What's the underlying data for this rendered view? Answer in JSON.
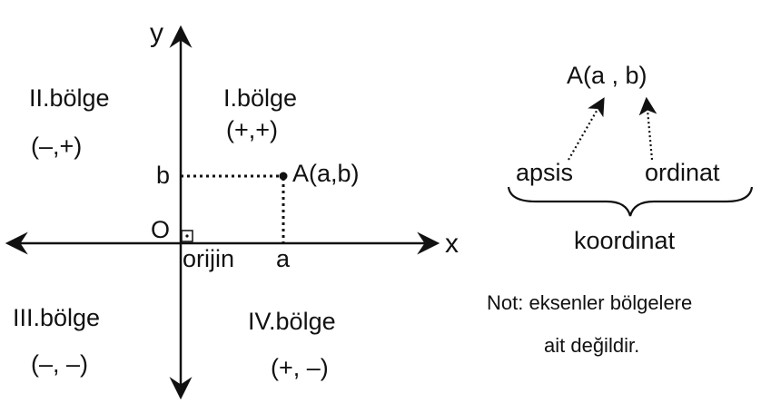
{
  "axes": {
    "x_label": "x",
    "y_label": "y",
    "origin_letter": "O",
    "origin_name": "orijin"
  },
  "ticks": {
    "x_tick": "a",
    "y_tick": "b"
  },
  "point": {
    "label": "A(a,b)"
  },
  "quadrants": {
    "q1": {
      "name": "I.bölge",
      "signs": "(+,+)"
    },
    "q2": {
      "name": "II.bölge",
      "signs": "(–,+)"
    },
    "q3": {
      "name": "III.bölge",
      "signs": "(–, –)"
    },
    "q4": {
      "name": "IV.bölge",
      "signs": "(+, –)"
    }
  },
  "legend": {
    "coordinate_expr": "A(a , b)",
    "abscissa": "apsis",
    "ordinate": "ordinat",
    "coordinate_word": "koordinat"
  },
  "note": {
    "line1": "Not: eksenler bölgelere",
    "line2": "ait değildir."
  },
  "colors": {
    "ink": "#111111",
    "background": "#ffffff"
  }
}
